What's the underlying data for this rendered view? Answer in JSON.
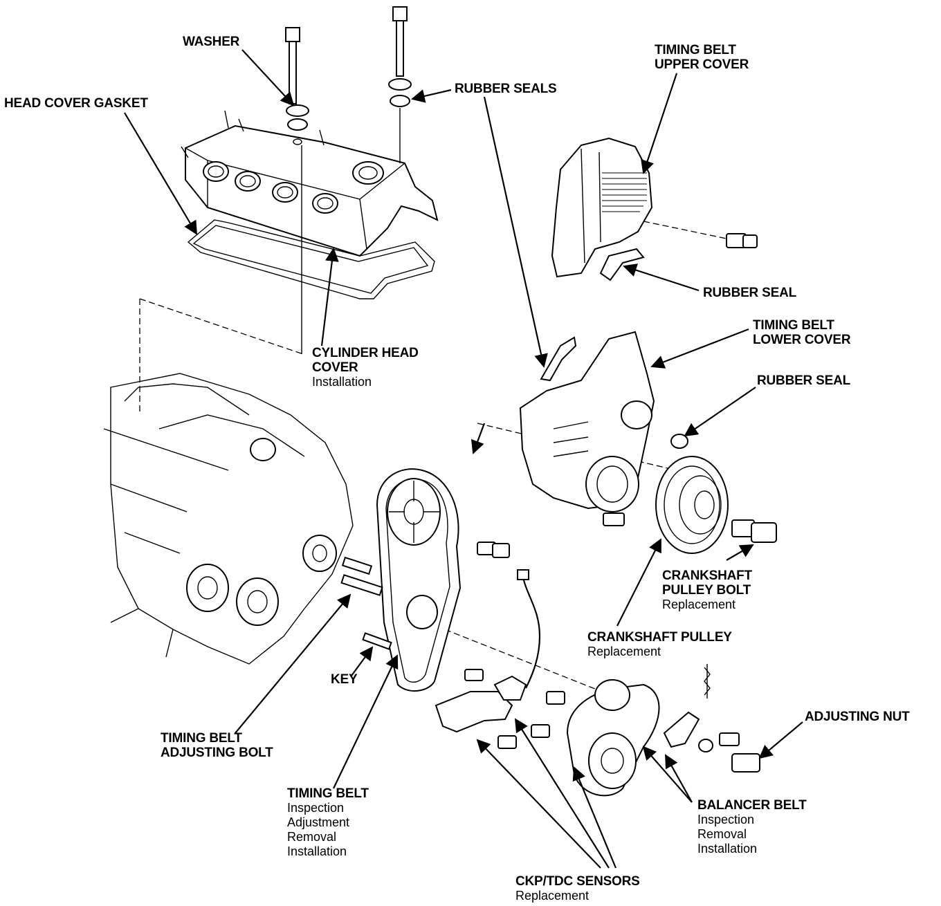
{
  "labels": {
    "washer": {
      "title": "WASHER"
    },
    "head_cover_gasket": {
      "title": "HEAD COVER GASKET"
    },
    "rubber_seals": {
      "title": "RUBBER SEALS"
    },
    "timing_belt_upper_cover": {
      "title_1": "TIMING BELT",
      "title_2": "UPPER COVER"
    },
    "rubber_seal_upper": {
      "title": "RUBBER SEAL"
    },
    "timing_belt_lower_cover": {
      "title_1": "TIMING BELT",
      "title_2": "LOWER COVER"
    },
    "rubber_seal_lower": {
      "title": "RUBBER SEAL"
    },
    "cylinder_head_cover": {
      "title_1": "CYLINDER HEAD",
      "title_2": "COVER",
      "note_1": "Installation"
    },
    "crankshaft_pulley_bolt": {
      "title_1": "CRANKSHAFT",
      "title_2": "PULLEY BOLT",
      "note_1": "Replacement"
    },
    "crankshaft_pulley": {
      "title_1": "CRANKSHAFT PULLEY",
      "note_1": "Replacement"
    },
    "key": {
      "title": "KEY"
    },
    "adjusting_nut": {
      "title": "ADJUSTING NUT"
    },
    "timing_belt_adjusting_bolt": {
      "title_1": "TIMING BELT",
      "title_2": "ADJUSTING BOLT"
    },
    "timing_belt": {
      "title_1": "TIMING BELT",
      "note_1": "Inspection",
      "note_2": "Adjustment",
      "note_3": "Removal",
      "note_4": "Installation"
    },
    "balancer_belt": {
      "title_1": "BALANCER BELT",
      "note_1": "Inspection",
      "note_2": "Removal",
      "note_3": "Installation"
    },
    "ckp_tdc_sensors": {
      "title_1": "CKP/TDC SENSORS",
      "note_1": "Replacement"
    }
  }
}
